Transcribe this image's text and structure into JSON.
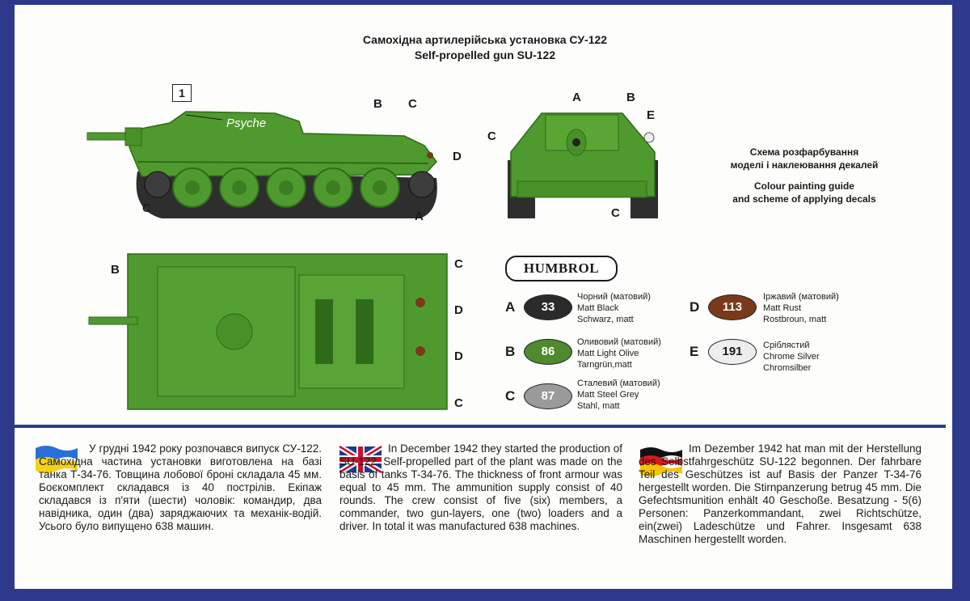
{
  "title": {
    "ukrainian": "Самохідна артилерійська установка СУ-122",
    "english": "Self-propelled gun SU-122"
  },
  "guide": {
    "ukrainian_line1": "Схема розфарбування",
    "ukrainian_line2": "моделі і наклеювання декалей",
    "english_line1": "Colour painting guide",
    "english_line2": "and scheme of applying decals"
  },
  "decal_number": "1",
  "decal_text": "Psyche",
  "callouts": {
    "a": "A",
    "b": "B",
    "c": "C",
    "d": "D",
    "e": "E"
  },
  "brand": "HUMBROL",
  "paints": [
    {
      "letter": "A",
      "code": "33",
      "color": "#2b2b2b",
      "text_color": "#ffffff",
      "names": [
        "Чорний (матовий)",
        "Matt Black",
        "Schwarz, matt"
      ]
    },
    {
      "letter": "B",
      "code": "86",
      "color": "#4e8a2e",
      "text_color": "#ffffff",
      "names": [
        "Оливовий (матовий)",
        "Matt Light Olive",
        "Tarngrün,matt"
      ]
    },
    {
      "letter": "C",
      "code": "87",
      "color": "#9a9a9a",
      "text_color": "#ffffff",
      "names": [
        "Сталевий (матовий)",
        "Matt Steel Grey",
        "Stahl, matt"
      ]
    },
    {
      "letter": "D",
      "code": "113",
      "color": "#7a3a1a",
      "text_color": "#ffffff",
      "names": [
        "Іржавий (матовий)",
        "Matt Rust",
        "Rostbroun, matt"
      ]
    },
    {
      "letter": "E",
      "code": "191",
      "color": "#eeeeee",
      "text_color": "#1b1b1b",
      "names": [
        "Сріблястий",
        "Chrome Silver",
        "Chromsilber"
      ]
    }
  ],
  "colors": {
    "tank_green": "#4f9a2e",
    "tank_dark": "#2f6a1a",
    "frame_blue": "#2d3a8c"
  },
  "descriptions": {
    "ukrainian": "У грудні 1942 року розпочався випуск СУ-122. Самохідна частина установки виготовлена на базі танка Т-34-76. Товщина лобової броні складала 45 мм. Боєкомплект складався із 40 пострілів. Екіпаж складався із п'яти (шести) чоловік: командир, два навідника, один (два) заряджаючих та механік-водій. Усього було випущено 638 машин.",
    "english": "In December 1942 they started the production of SU-122. Self-propelled part of the plant  was made on the basis of tanks T-34-76. The thickness of front armour  was equal to 45 mm. The ammunition supply consist of 40 rounds. The crew consist of five (six) members, a commander, two gun-layers, one (two) loaders and a driver. In total it was manufactured 638 machines.",
    "german": "Im Dezember 1942 hat man mit der Herstellung des Selbstfahrgeschütz SU-122 begonnen. Der fahrbare Teil des Geschützes ist auf Basis der Panzer T-34-76 hergestellt worden. Die Stirnpanzerung betrug 45 mm. Die Gefechtsmunition enhält 40 Geschoße. Besatzung - 5(6) Personen: Panzerkommandant, zwei Richtschütze, ein(zwei) Ladeschütze und Fahrer. Insgesamt 638 Maschinen hergestellt worden."
  }
}
